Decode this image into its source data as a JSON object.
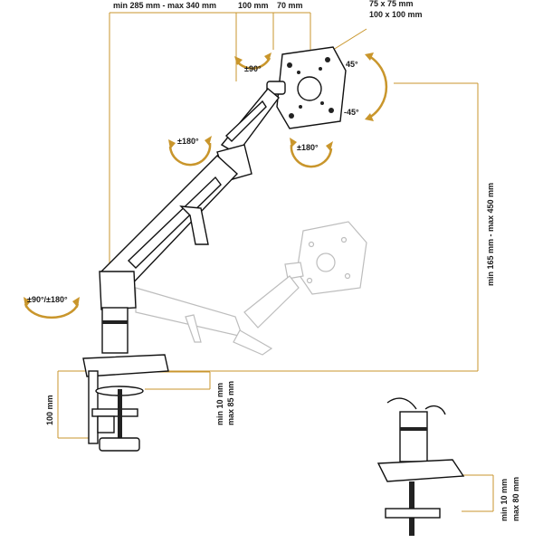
{
  "dimensions": {
    "arm_length": "min 285 mm - max 340 mm",
    "dim_100": "100 mm",
    "dim_70": "70 mm",
    "vesa_1": "75 x 75 mm",
    "vesa_2": "100 x 100 mm",
    "height_range": "min 165 mm - max 450 mm",
    "clamp_height": "100 mm",
    "desk_min": "min 10 mm",
    "desk_max": "max 85 mm",
    "grommet_min": "min 10 mm",
    "grommet_max": "max 80 mm"
  },
  "angles": {
    "top_rotation": "±90°",
    "tilt_up": "45°",
    "tilt_down": "-45°",
    "arm_rotation": "±180°",
    "vesa_rotation": "±180°",
    "base_rotation": "±90°/±180°"
  },
  "colors": {
    "accent": "#c9962c",
    "line": "#111111",
    "ghost": "#bdbdbd"
  }
}
